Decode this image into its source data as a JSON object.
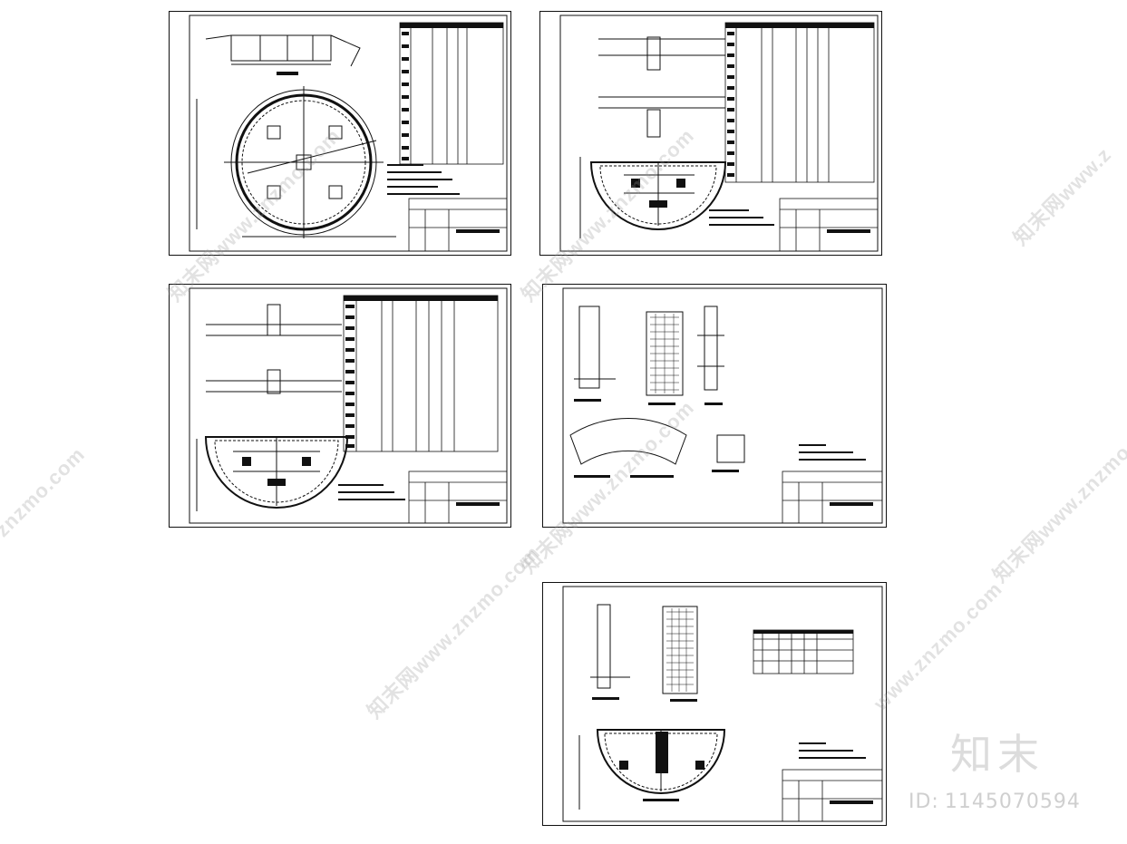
{
  "brand": {
    "name": "知末",
    "id_label": "ID:",
    "id_value": "1145070594"
  },
  "watermarks": [
    "知末网www.znzmo.com",
    "知末网www.znzmo.com",
    "知末网www.znzmo.com",
    "znzmo.com",
    "知末网www.znzmo.com",
    "知末网www.znzmo.com",
    "知末网www.znzmo.com",
    "www.znzmo.com"
  ],
  "sheets": [
    {
      "name": "sheet-1-plan-and-section",
      "kind": "circle-plan"
    },
    {
      "name": "sheet-2-reinforcement-half-plan",
      "kind": "half-plan"
    },
    {
      "name": "sheet-3-reinforcement-half-plan",
      "kind": "half-plan"
    },
    {
      "name": "sheet-4-details",
      "kind": "details"
    },
    {
      "name": "sheet-5-wall-reinforcement",
      "kind": "wall"
    }
  ],
  "colors": {
    "line": "#111111",
    "watermark": "#9a9a9a",
    "paper": "#ffffff"
  }
}
